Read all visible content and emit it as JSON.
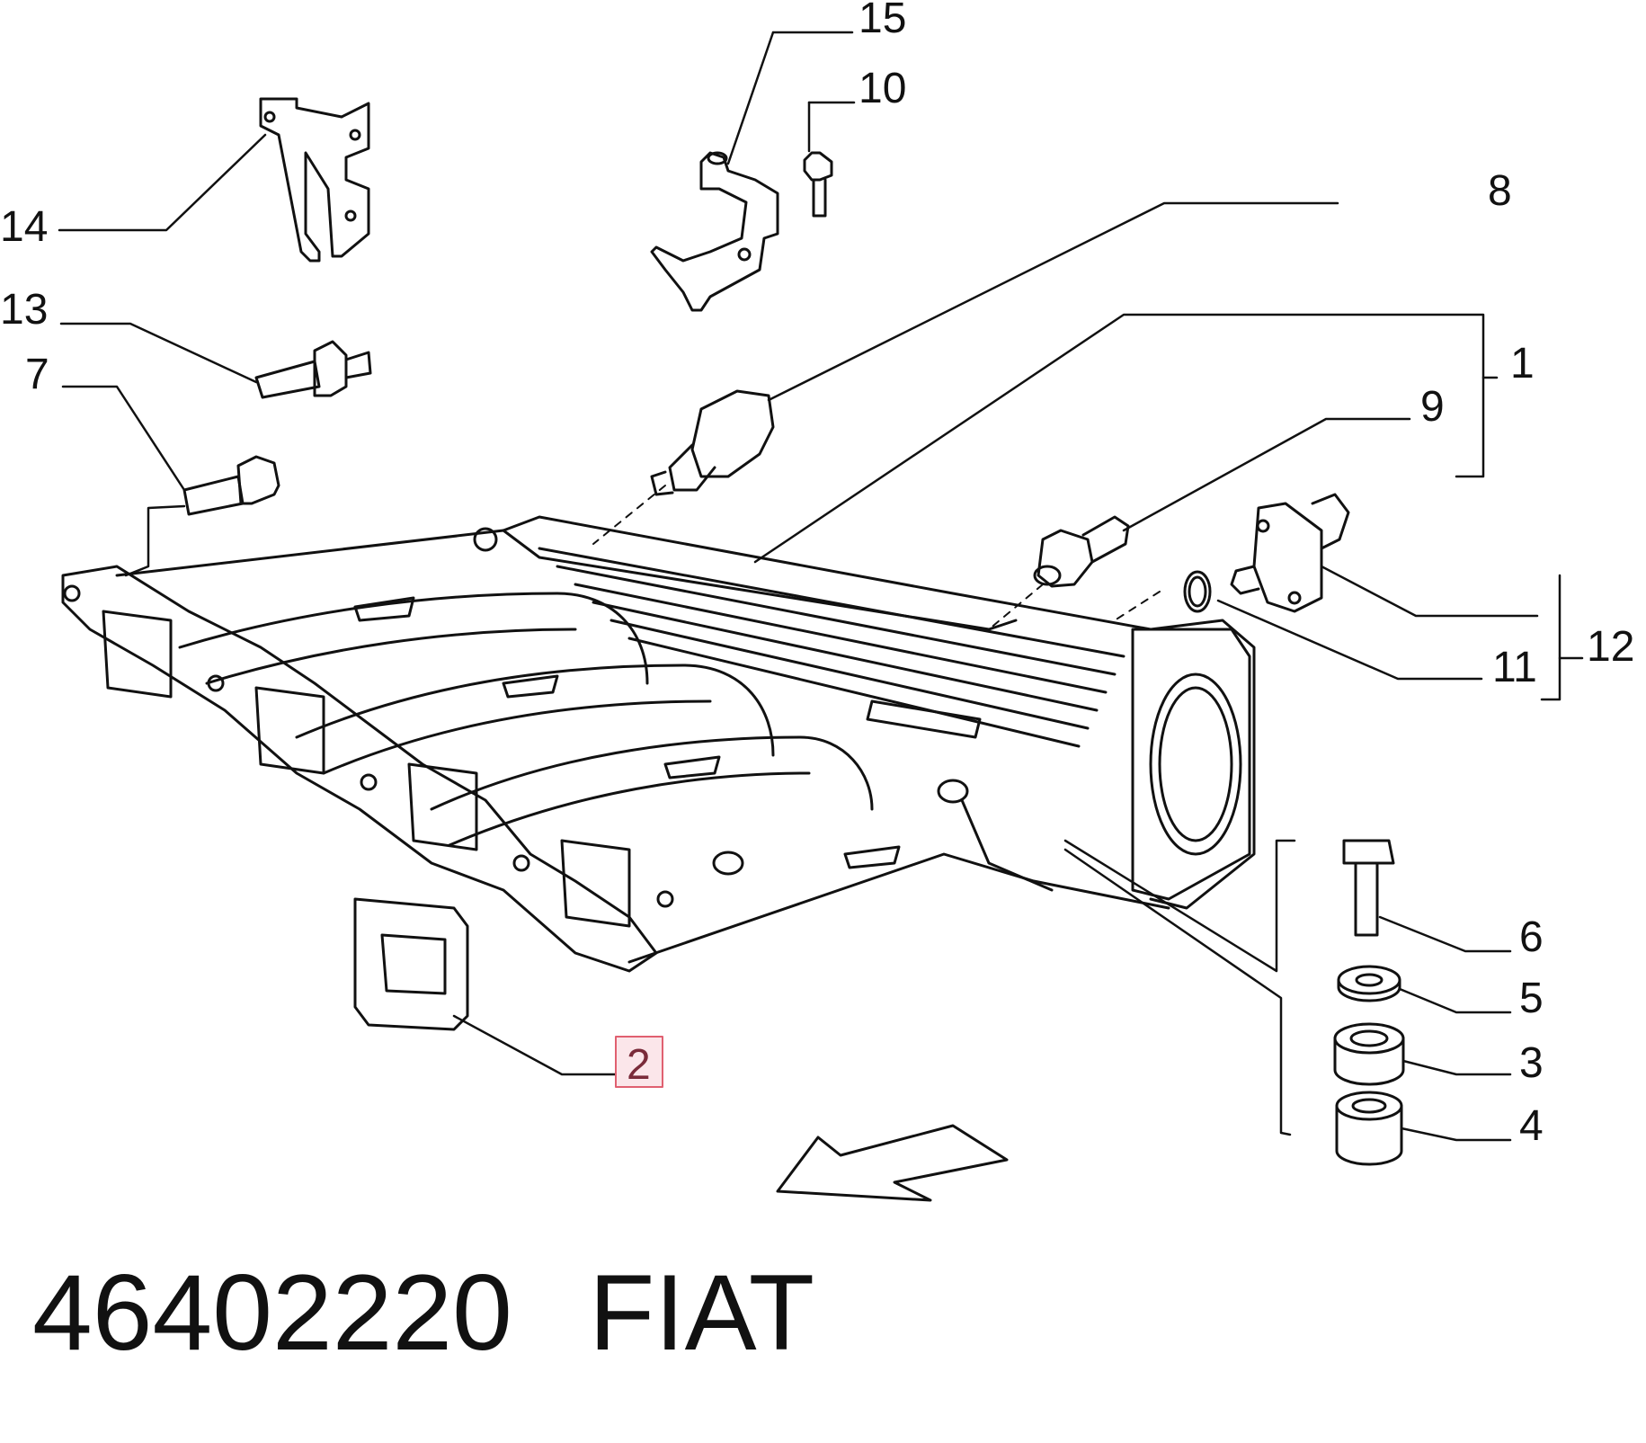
{
  "callouts": {
    "c1": "1",
    "c2": "2",
    "c3": "3",
    "c4": "4",
    "c5": "5",
    "c6": "6",
    "c7": "7",
    "c8": "8",
    "c9": "9",
    "c10": "10",
    "c11": "11",
    "c12": "12",
    "c13": "13",
    "c14": "14",
    "c15": "15"
  },
  "highlighted_callout": "2",
  "highlight_color": "#e06070",
  "footer": {
    "part_number": "46402220",
    "brand": "FIAT"
  }
}
